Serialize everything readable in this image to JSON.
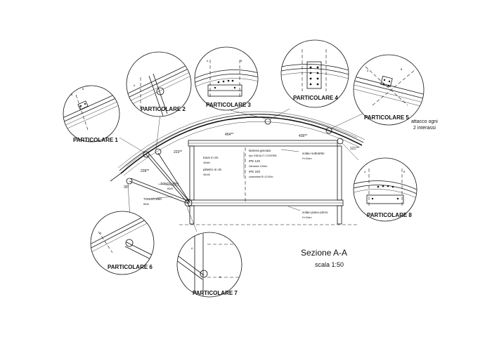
{
  "details": {
    "p1": "PARTICOLARE 1",
    "p2": "PARTICOLARE 2",
    "p3": "PARTICOLARE 3",
    "p4": "PARTICOLARE 4",
    "p5": "PARTICOLARE 5",
    "p6": "PARTICOLARE 6",
    "p7": "PARTICOLARE 7",
    "p8": "PARTICOLARE 8"
  },
  "note_p5": [
    "attacco ogni",
    "2 interassi"
  ],
  "title": "Sezione A-A",
  "scale": "scala 1:50",
  "dimensions": {
    "d454": "454**",
    "d439": "439**",
    "d223": "223**",
    "d228": "228**",
    "d121": "121**",
    "d30": "30°"
  },
  "annotations": {
    "trave": "trave in cls",
    "trave_size": "45x84",
    "pilastro": "pilastro in cls",
    "pilastro_size": "45x30",
    "lamiera": "lamiera grecata",
    "lamiera_type": "tipo ONDULIT COVERIB",
    "ipe120": "IPE 120",
    "interasse": "interasse 100cm",
    "ipe220": "IPE 220",
    "calandrata": "calandrata R=13.50m",
    "solaio_sottotetto": "solaio sottotetto",
    "solaio_sottotetto_h": "H=34cm",
    "solaio_piano": "solaio piano primo",
    "solaio_piano_h": "H=34cm",
    "tondo1": "TONDO Ø60",
    "tondo1_size": "60x5",
    "tondo2": "TONDO Ø80",
    "tondo2_size": "80x6"
  },
  "section_marks": {
    "a": "A",
    "b": "B"
  }
}
